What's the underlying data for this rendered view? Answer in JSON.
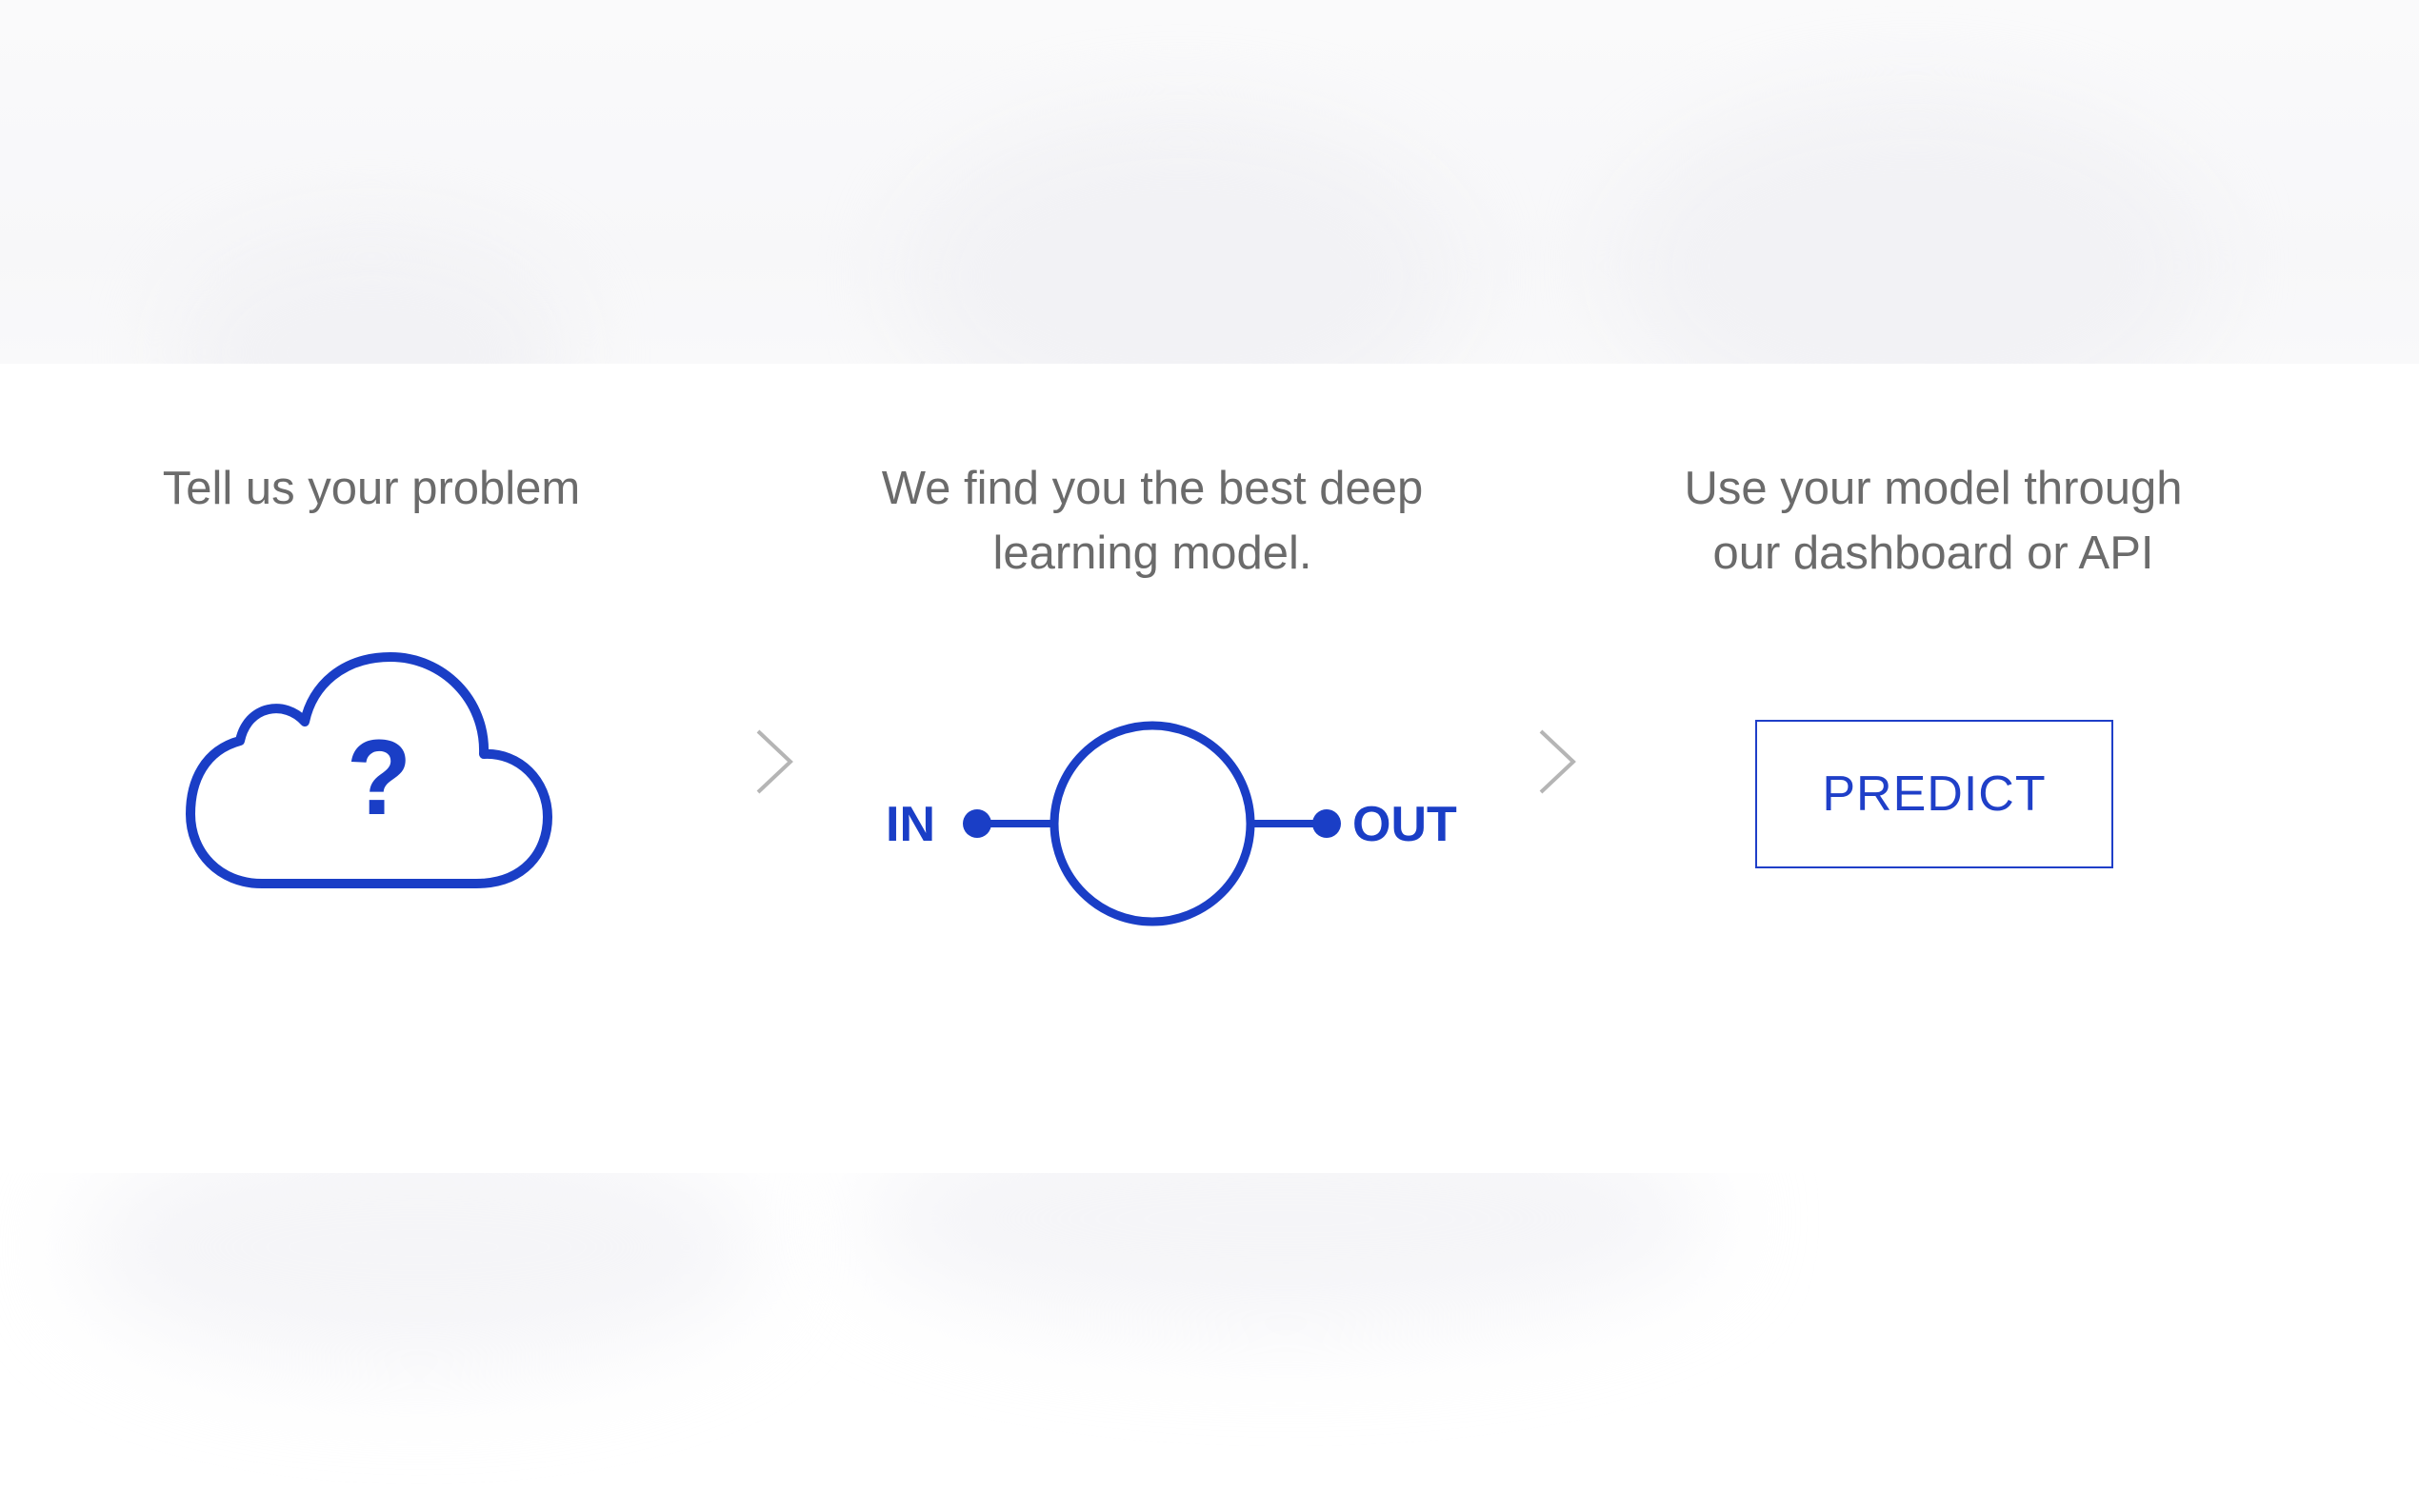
{
  "steps": [
    {
      "lines": [
        "Tell us your problem"
      ]
    },
    {
      "lines": [
        "We find you the best deep",
        "learning model."
      ]
    },
    {
      "lines": [
        "Use your model through",
        "our dashboard or API"
      ]
    }
  ],
  "cloud_icon": {
    "symbol": "?"
  },
  "model_diagram": {
    "in_label": "IN",
    "out_label": "OUT"
  },
  "predict_button": {
    "label": "PREDICT"
  },
  "colors": {
    "accent": "#1a3ec6",
    "text": "#6b6b6b",
    "chevron": "#b5b5b5"
  }
}
